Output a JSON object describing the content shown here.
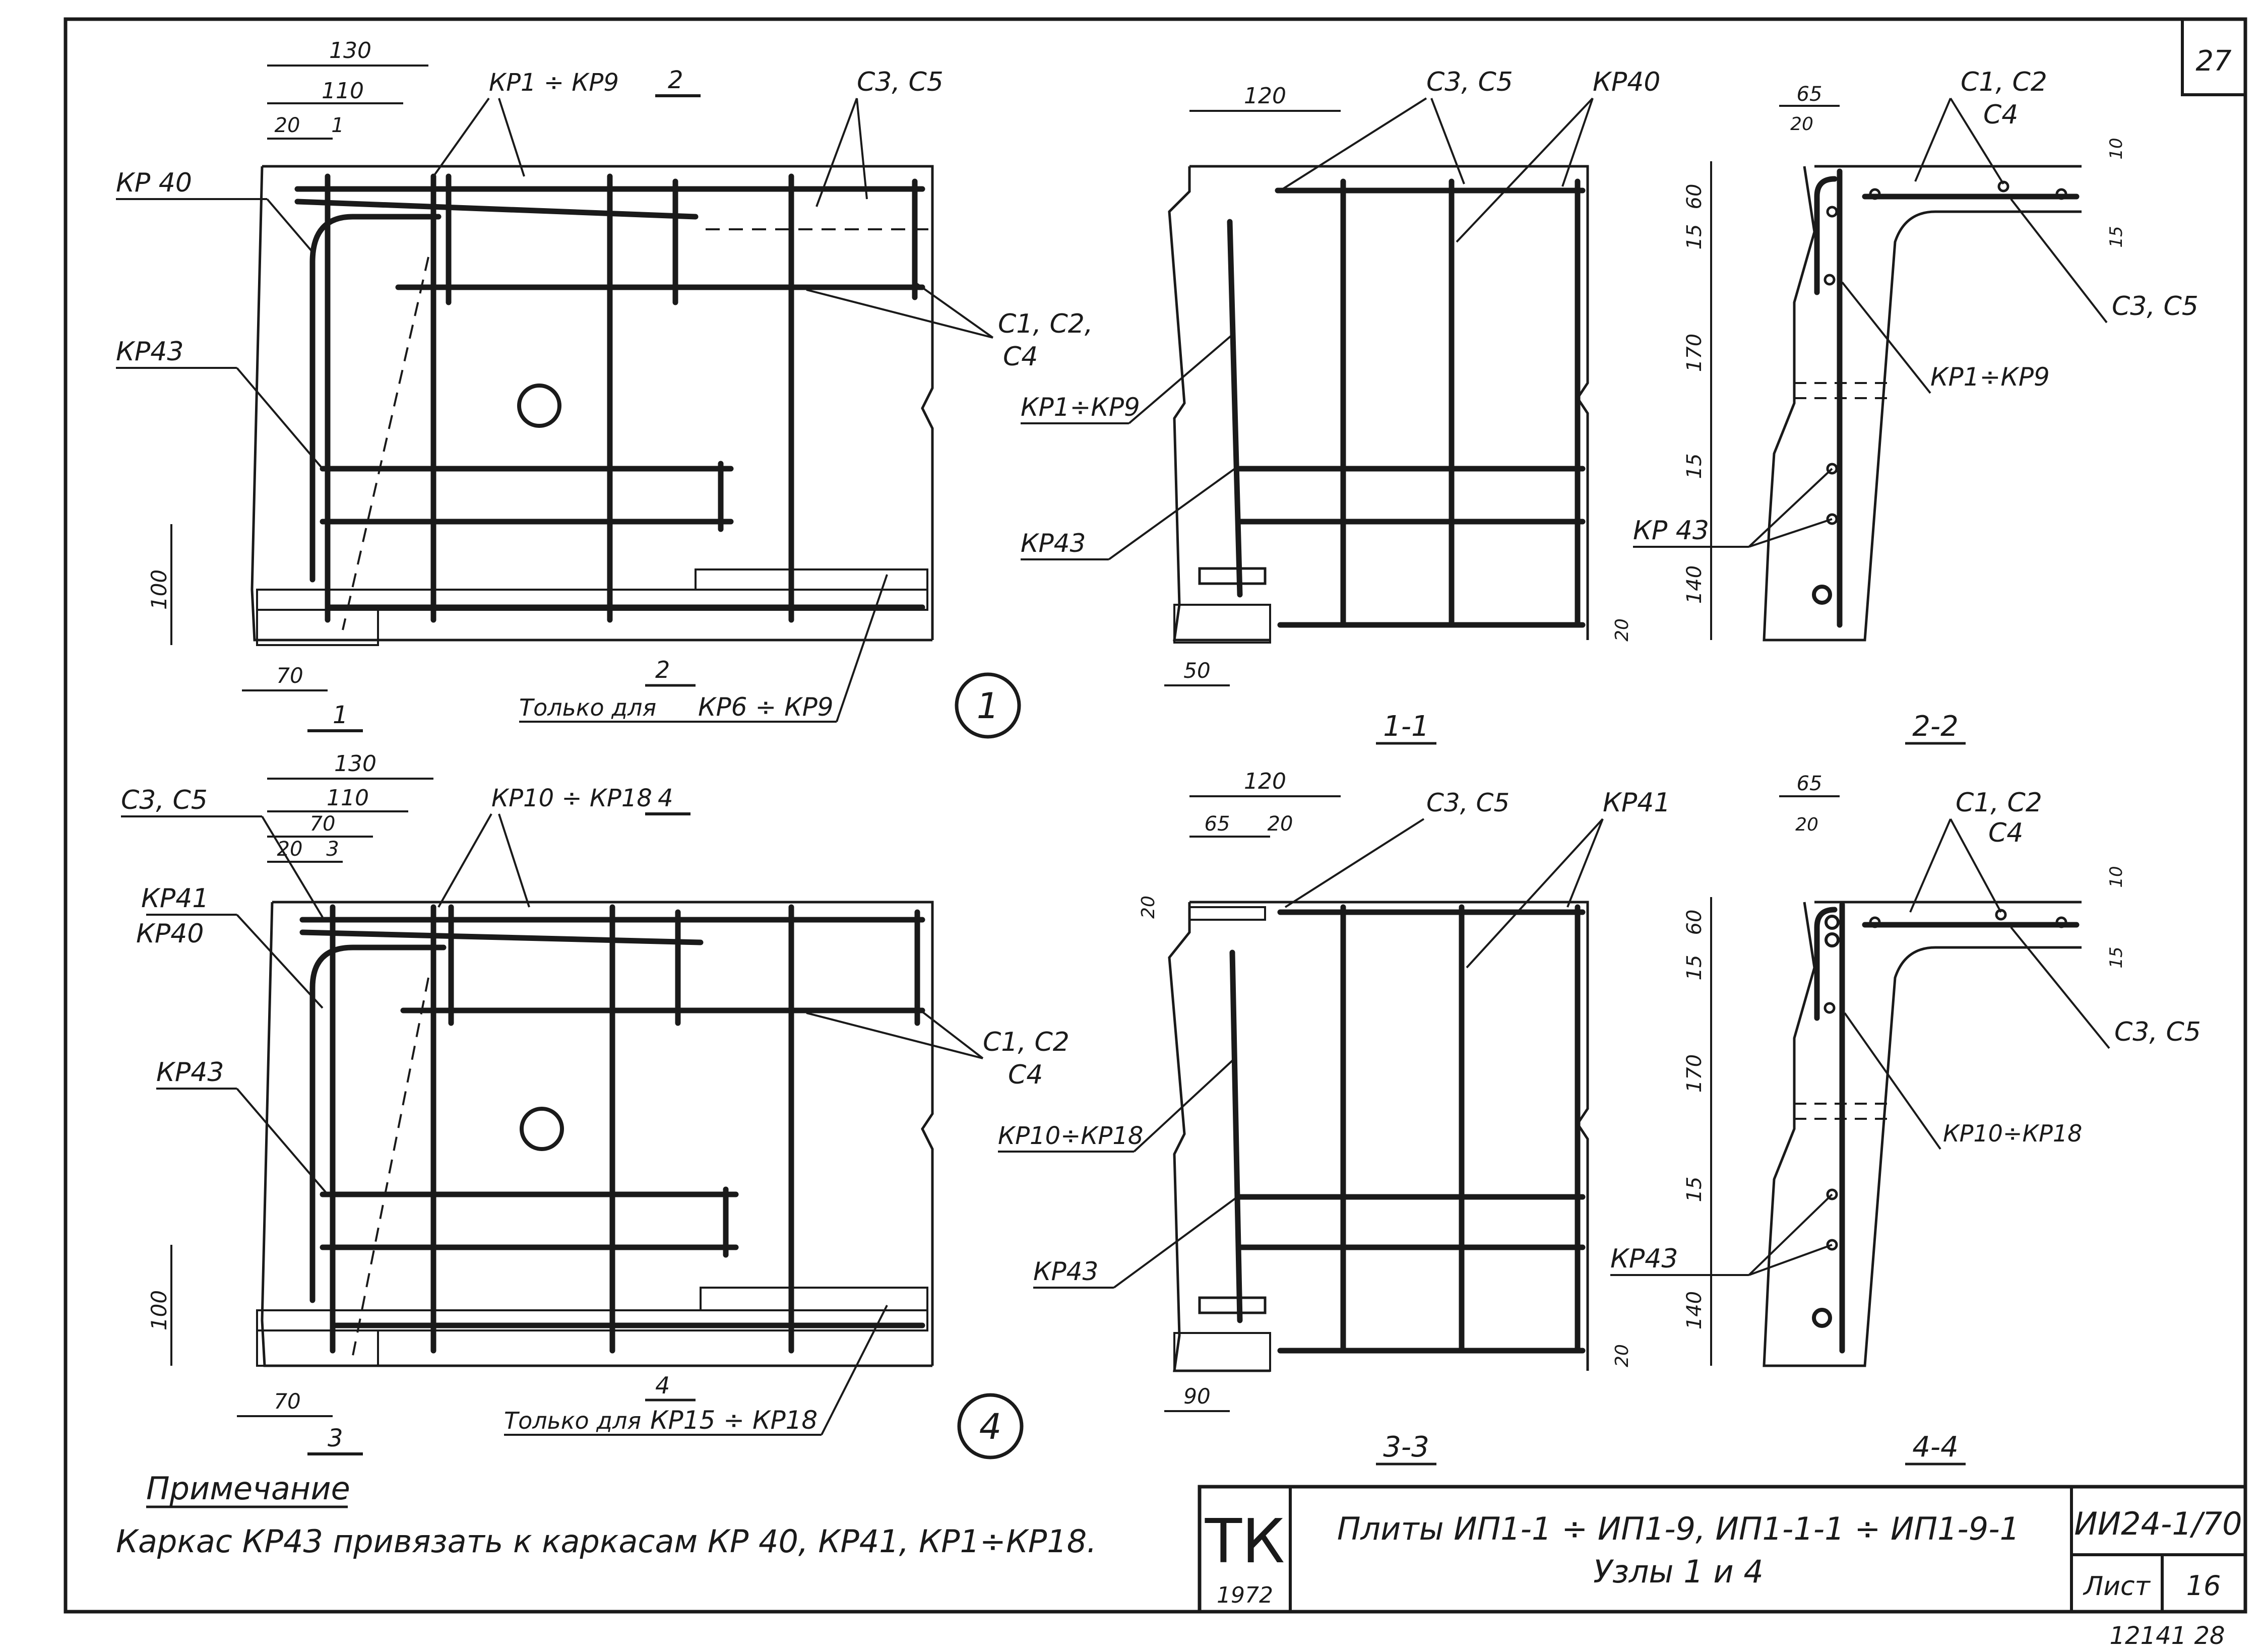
{
  "sheet_number": "27",
  "views": {
    "node1": {
      "marker": "1",
      "dims": [
        "130",
        "110",
        "20",
        "1",
        "100",
        "70"
      ],
      "section_mark_top": "2",
      "section_mark_left": "1",
      "labels": {
        "top": "КР1 ÷ КР9",
        "top_right": "С3, С5",
        "left_top": "КР 40",
        "left_mid": "КР43",
        "right_a": "С1, С2,",
        "right_b": "С4"
      },
      "note_prefix": "Только для",
      "note_mark": "2",
      "note_range": "КР6 ÷ КР9"
    },
    "node4": {
      "marker": "4",
      "dims": [
        "130",
        "110",
        "70",
        "20",
        "3",
        "100",
        "70"
      ],
      "section_mark_top": "4",
      "section_mark_left": "3",
      "labels": {
        "top": "КР10 ÷ КР18",
        "left_top": "С3, С5",
        "left_mid_a": "КР41",
        "left_mid_b": "КР40",
        "left_low": "КР43",
        "right_a": "С1, С2",
        "right_b": "С4"
      },
      "note_prefix": "Только для",
      "note_mark": "4",
      "note_range": "КР15 ÷ КР18"
    },
    "section_1_1": {
      "title": "1-1",
      "dims": [
        "120",
        "50",
        "20"
      ],
      "labels": {
        "a": "С3, С5",
        "b": "КР40",
        "c": "КР1÷КР9",
        "d": "КР43"
      }
    },
    "section_2_2": {
      "title": "2-2",
      "dims": [
        "65",
        "20",
        "60",
        "15",
        "170",
        "15",
        "140",
        "10",
        "15"
      ],
      "labels": {
        "a": "С1, С2",
        "b": "С4",
        "c": "С3, С5",
        "d": "КР1÷КР9",
        "e": "КР 43"
      }
    },
    "section_3_3": {
      "title": "3-3",
      "dims": [
        "120",
        "65",
        "20",
        "20",
        "90",
        "20"
      ],
      "labels": {
        "a": "С3, С5",
        "b": "КР41",
        "c": "КР10÷КР18",
        "d": "КР43"
      }
    },
    "section_4_4": {
      "title": "4-4",
      "dims": [
        "65",
        "20",
        "60",
        "15",
        "170",
        "15",
        "140",
        "10",
        "15"
      ],
      "labels": {
        "a": "С1, С2",
        "b": "С4",
        "c": "С3, С5",
        "d": "КР10÷КР18",
        "e": "КР43"
      }
    }
  },
  "note": {
    "heading": "Примечание",
    "text": "Каркас КР43 привязать к каркасам КР 40, КР41, КР1÷КР18."
  },
  "title_block": {
    "org": "ТК",
    "year": "1972",
    "title_line1": "Плиты ИП1-1 ÷ ИП1-9, ИП1-1-1 ÷ ИП1-9-1",
    "title_line2": "Узлы 1 и 4",
    "series": "ИИ24-1/70",
    "sheet_label": "Лист",
    "sheet_no": "16"
  },
  "archive_number": "12141  28"
}
